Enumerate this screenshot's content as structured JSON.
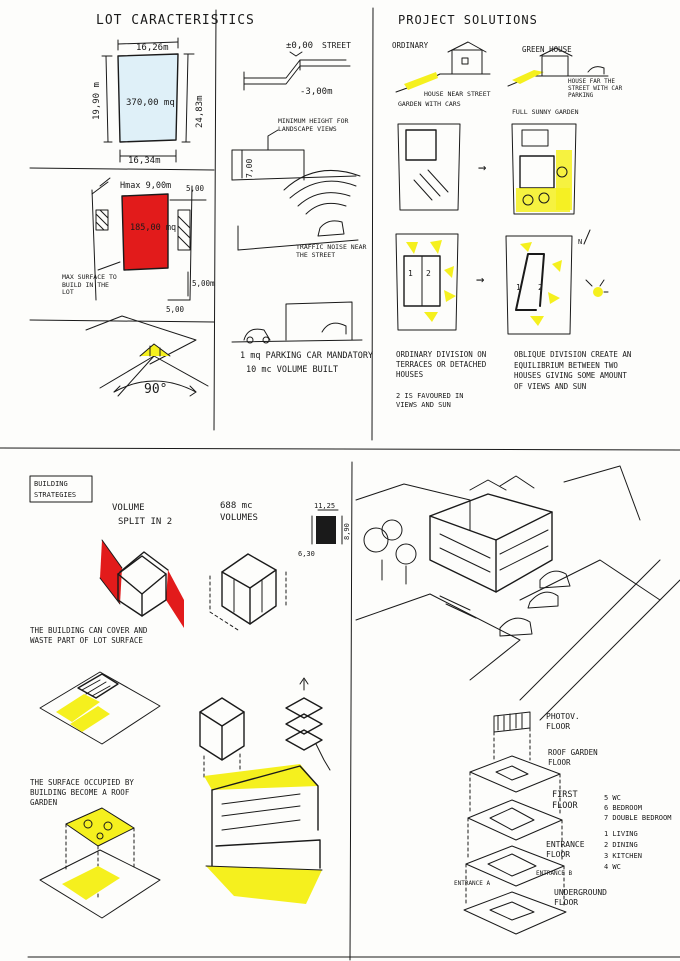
{
  "lot": {
    "title": "LOT CARACTERISTICS",
    "top_dim": "16,26m",
    "left_dim": "19,90 m",
    "right_dim": "24,83m",
    "bottom_dim": "16,34m",
    "area": "370,00 mq",
    "height_label": "Hmax 9,00m",
    "build_area": "185,00 mq",
    "dim_500_top": "5,00",
    "dim_500_right": "5,00m",
    "dim_500_bottom": "5,00",
    "max_surface": "MAX SURFACE TO BUILD IN THE LOT",
    "angle": "90°",
    "street_level": "±0,00",
    "street": "STREET",
    "depth": "-3,00m",
    "min_height": "MINIMUM HEIGHT FOR LANDSCAPE VIEWS",
    "height_700": "7,00",
    "traffic": "TRAFFIC NOISE NEAR THE STREET",
    "parking_1": "1 mq PARKING CAR MANDATORY",
    "parking_2": "10 mc VOLUME BUILT"
  },
  "project": {
    "title": "PROJECT SOLUTIONS",
    "ordinary": "ORDINARY",
    "green_house": "GREEN HOUSE",
    "house_near": "HOUSE NEAR STREET",
    "garden_cars": "GARDEN WITH CARS",
    "house_far": "HOUSE FAR THE STREET WITH CAR PARKING",
    "sun_garden": "FULL SUNNY GARDEN",
    "ordinary_division": "ORDINARY DIVISION ON TERRACES OR DETACHED HOUSES",
    "favoured": "2 IS FAVOURED IN VIEWS AND SUN",
    "oblique": "OBLIQUE DIVISION CREATE AN EQUILIBRIUM BETWEEN TWO HOUSES GIVING SOME AMOUNT OF VIEWS AND SUN",
    "north": "N",
    "unit_1": "1",
    "unit_2": "2"
  },
  "strategies": {
    "title_1": "BUILDING",
    "title_2": "STRATEGIES",
    "volume_split": "VOLUME SPLIT IN 2",
    "volumes": "688 mc VOLUMES",
    "dim_1125": "11,25",
    "dim_890": "8,90",
    "dim_630": "6,30",
    "cover": "THE BUILDING CAN COVER AND WASTE PART OF LOT SURFACE",
    "surface": "THE SURFACE OCCUPIED BY BUILDING BECOME A ROOF GARDEN"
  },
  "floors": {
    "photo": "PHOTOV. FLOOR",
    "roof": "ROOF GARDEN FLOOR",
    "first": "FIRST FLOOR",
    "entrance": "ENTRANCE FLOOR",
    "underground": "UNDERGROUND FLOOR",
    "entrance_a": "ENTRANCE A",
    "entrance_b": "ENTRANCE B",
    "legend_first": [
      "5 WC",
      "6 BEDROOM",
      "7 DOUBLE BEDROOM"
    ],
    "legend_entrance": [
      "1 LIVING",
      "2 DINING",
      "3 KITCHEN",
      "4 WC"
    ]
  }
}
